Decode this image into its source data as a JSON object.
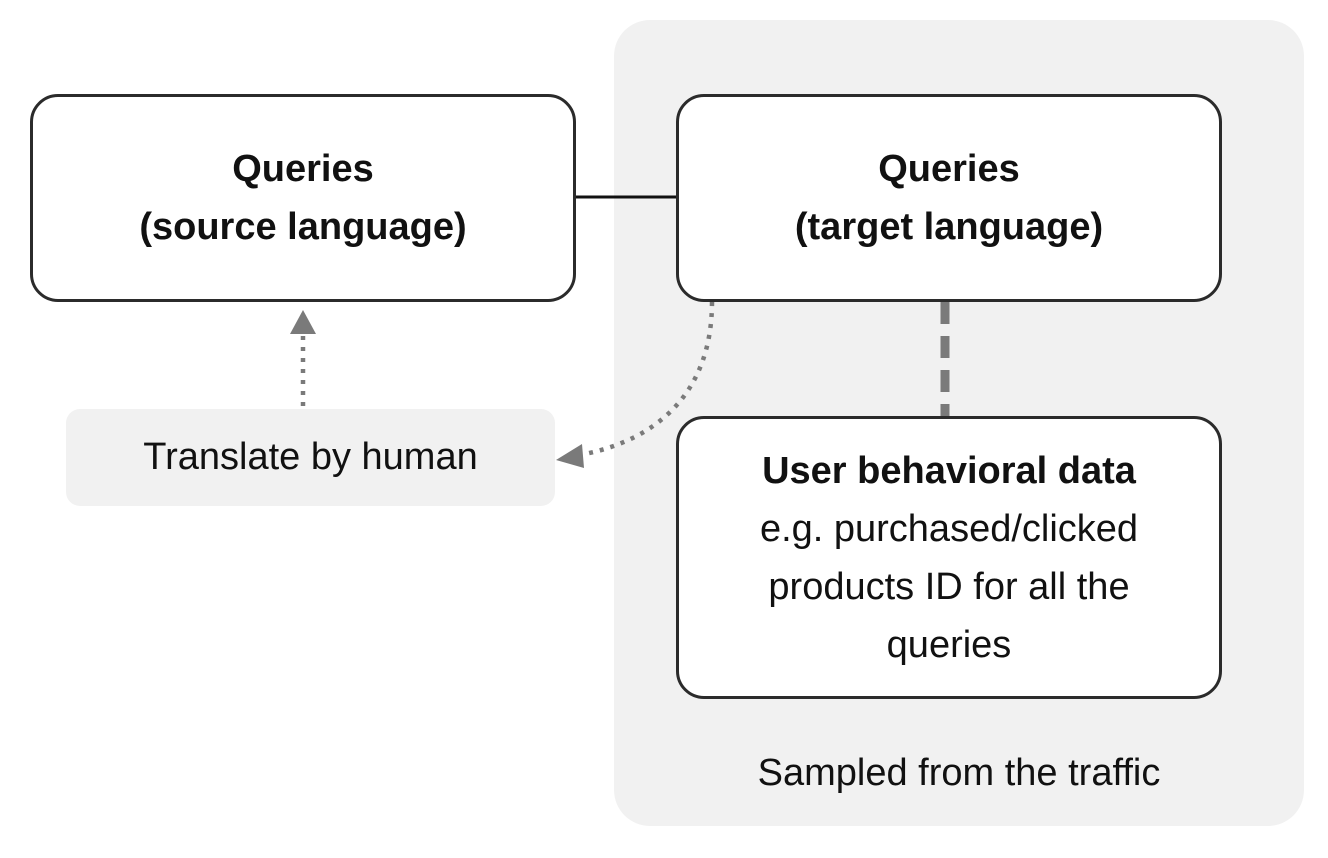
{
  "group": {
    "label": "Sampled from the traffic"
  },
  "source_node": {
    "title": "Queries",
    "subtitle": "(source language)"
  },
  "target_node": {
    "title": "Queries",
    "subtitle": "(target language)"
  },
  "behavior_node": {
    "title": "User behavioral data",
    "body_lines": [
      "e.g. purchased/clicked",
      "products ID for all the",
      "queries"
    ]
  },
  "translate_label": "Translate by human",
  "colors": {
    "group_background": "#f1f1f1",
    "node_border": "#2b2b2b",
    "arrow": "#7a7a7a",
    "solid_line": "#111111"
  }
}
